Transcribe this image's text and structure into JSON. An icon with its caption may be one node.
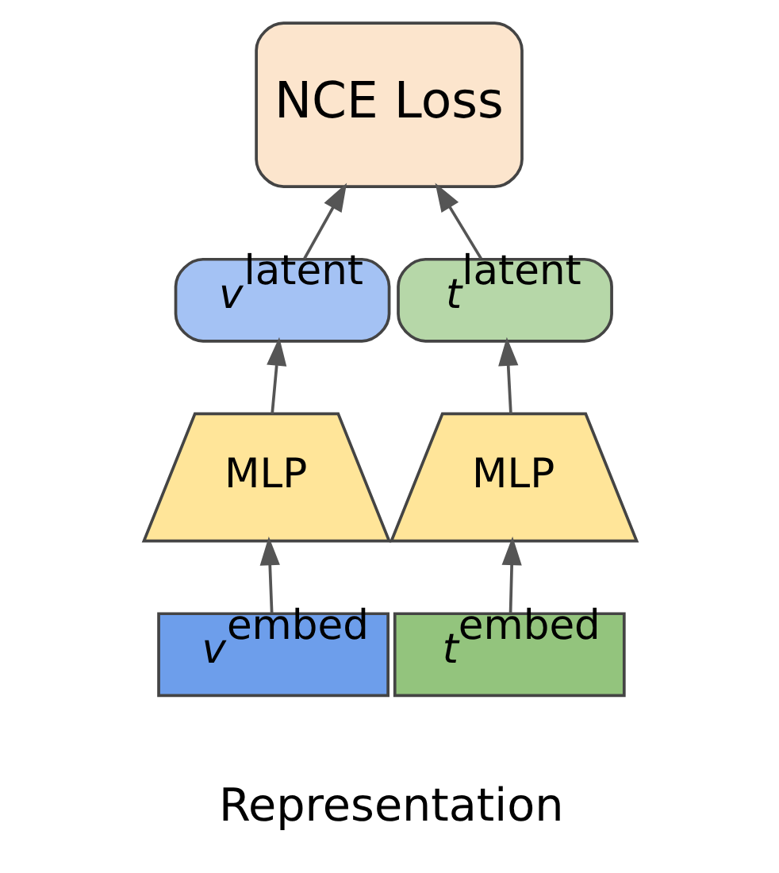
{
  "diagram": {
    "nodes": [
      {
        "text": [
          "NCE Loss"
        ]
      },
      {
        "text": [
          "*v*$^{latent}$"
        ]
      },
      {
        "text": [
          "*t*$^{latent}$"
        ]
      },
      {
        "text": [
          "MLP"
        ]
      },
      {
        "text": [
          "MLP"
        ]
      },
      {
        "text": [
          "*v*$^{embed}$"
        ]
      },
      {
        "text": [
          "*t*$^{embed}$"
        ]
      }
    ],
    "edges": [
      {
        "from": 5,
        "to": 3,
        "arrow": "to"
      },
      {
        "from": 6,
        "to": 4,
        "arrow": "to"
      },
      {
        "from": 3,
        "to": 1,
        "arrow": "to"
      },
      {
        "from": 4,
        "to": 2,
        "arrow": "to"
      },
      {
        "from": 1,
        "to": 0,
        "arrow": "to"
      },
      {
        "from": 2,
        "to": 0,
        "arrow": "to"
      }
    ],
    "labels": [
      "Representation"
    ]
  }
}
